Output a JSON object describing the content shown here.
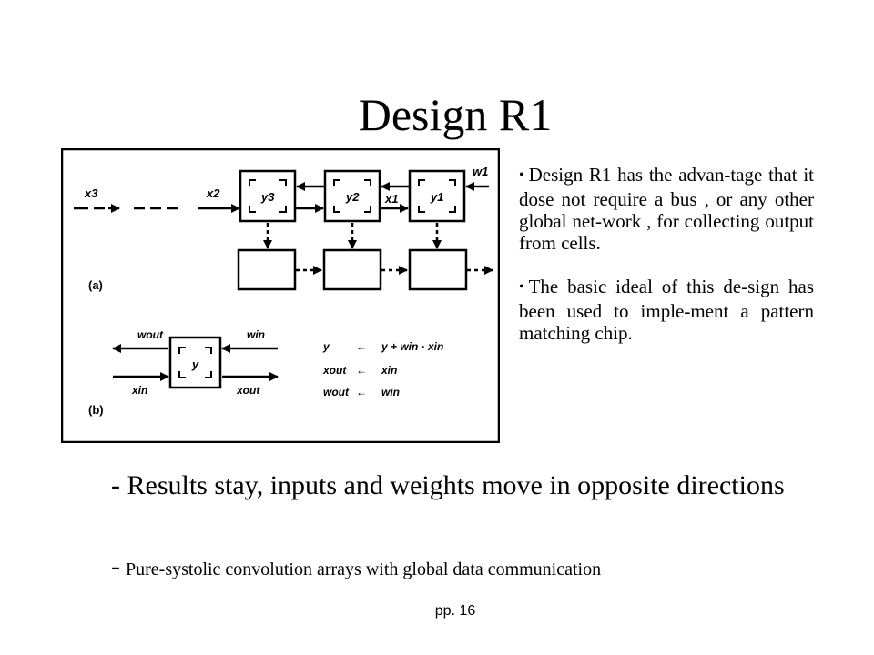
{
  "slide": {
    "title": "Design R1",
    "bullets": [
      "Design R1 has the advan-tage that it dose not require a bus , or any other global net-work , for collecting output from cells.",
      "The basic ideal of this de-sign has been used to imple-ment a pattern matching chip."
    ],
    "bottom_line_1": "- Results stay, inputs and weights move in opposite directions",
    "bottom_line_2": "Pure-systolic convolution arrays with global data communication",
    "bottom_line_2_dash": "-",
    "page_number": "pp. 16"
  },
  "figure": {
    "part_a": {
      "panel_label": "(a)",
      "inputs": [
        "x3",
        "x2",
        "x1"
      ],
      "weight": "w1",
      "cells": [
        "y3",
        "y2",
        "y1"
      ]
    },
    "part_b": {
      "panel_label": "(b)",
      "cell_label": "y",
      "port_w_out": "wout",
      "port_w_in": "win",
      "port_x_in": "xin",
      "port_x_out": "xout",
      "equations": [
        {
          "lhs": "y",
          "arrow": "←",
          "rhs": "y + win · xin"
        },
        {
          "lhs": "xout",
          "arrow": "←",
          "rhs": "xin"
        },
        {
          "lhs": "wout",
          "arrow": "←",
          "rhs": "win"
        }
      ]
    }
  }
}
